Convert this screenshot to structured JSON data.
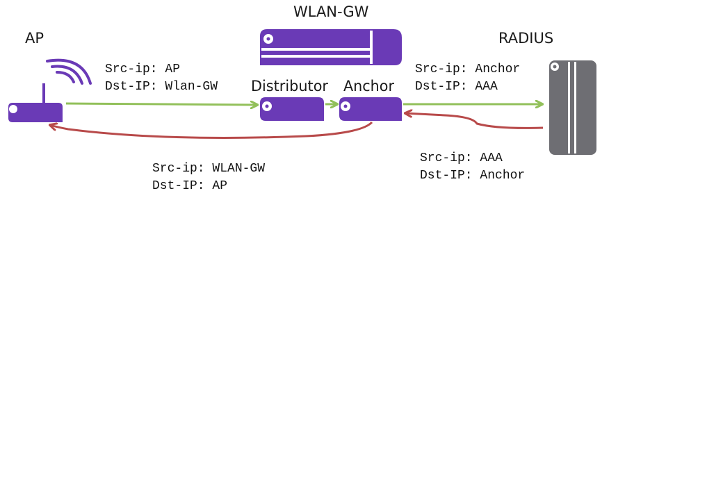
{
  "nodes": {
    "ap": {
      "label": "AP"
    },
    "wlan_gw": {
      "label": "WLAN-GW"
    },
    "distributor": {
      "label": "Distributor"
    },
    "anchor": {
      "label": "Anchor"
    },
    "radius": {
      "label": "RADIUS"
    }
  },
  "flows": {
    "ap_to_gw": {
      "src": "Src-ip: AP",
      "dst": "Dst-IP: Wlan-GW"
    },
    "gw_to_ap": {
      "src": "Src-ip: WLAN-GW",
      "dst": "Dst-IP: AP"
    },
    "anchor_to_radius": {
      "src": "Src-ip: Anchor",
      "dst": "Dst-IP: AAA"
    },
    "radius_to_anchor": {
      "src": "Src-ip: AAA",
      "dst": "Dst-IP: Anchor"
    }
  },
  "colors": {
    "device_purple": "#6a3ab6",
    "server_gray": "#6e6e73",
    "request_arrow_green": "#92c05a",
    "response_arrow_red": "#b84a4a"
  }
}
